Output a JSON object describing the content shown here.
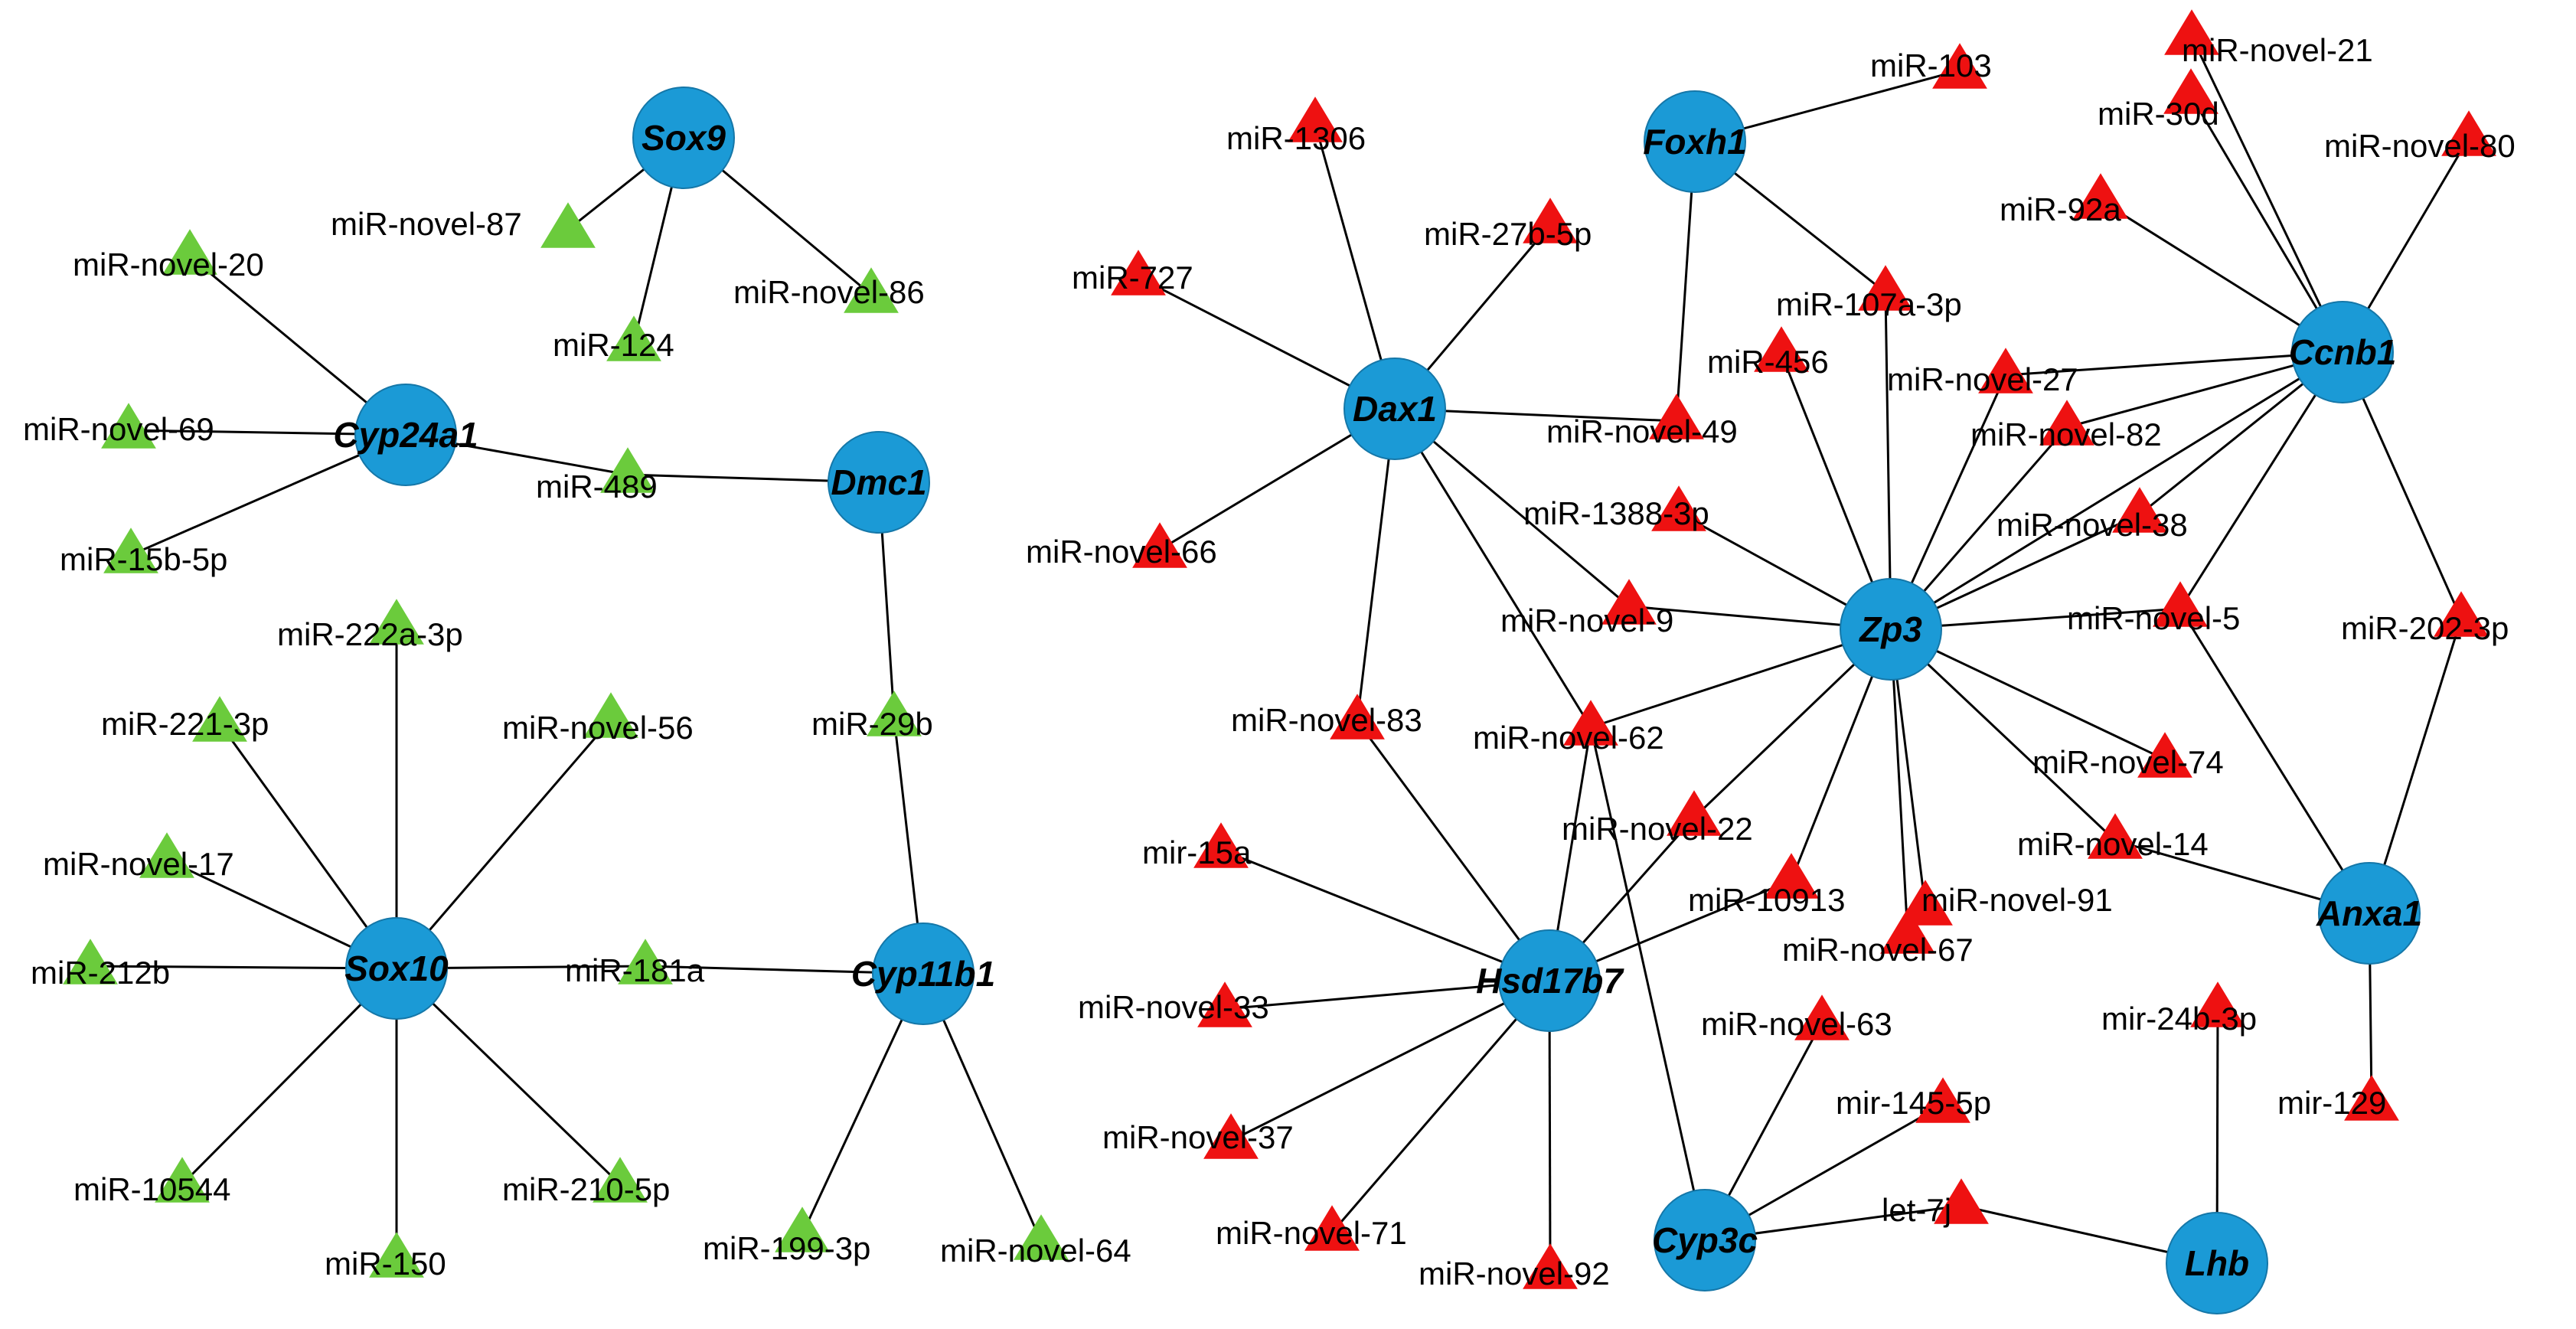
{
  "colors": {
    "gene": "#1B9AD6",
    "gene_stroke": "#1577A8",
    "mirna_green": "#6BCB3C",
    "mirna_red": "#EE1111",
    "edge": "#000000"
  },
  "genes": [
    {
      "id": "Sox9",
      "label": "Sox9"
    },
    {
      "id": "Cyp24a1",
      "label": "Cyp24a1"
    },
    {
      "id": "Dmc1",
      "label": "Dmc1"
    },
    {
      "id": "Sox10",
      "label": "Sox10"
    },
    {
      "id": "Cyp11b1",
      "label": "Cyp11b1"
    },
    {
      "id": "Foxh1",
      "label": "Foxh1"
    },
    {
      "id": "Dax1",
      "label": "Dax1"
    },
    {
      "id": "Ccnb1",
      "label": "Ccnb1"
    },
    {
      "id": "Zp3",
      "label": "Zp3"
    },
    {
      "id": "Hsd17b7",
      "label": "Hsd17b7"
    },
    {
      "id": "Anxa1",
      "label": "Anxa1"
    },
    {
      "id": "Cyp3c",
      "label": "Cyp3c"
    },
    {
      "id": "Lhb",
      "label": "Lhb"
    }
  ],
  "mirnas": [
    {
      "id": "g_novel87",
      "label": "miR-novel-87",
      "group": "green"
    },
    {
      "id": "g_novel20",
      "label": "miR-novel-20",
      "group": "green"
    },
    {
      "id": "g_124",
      "label": "miR-124",
      "group": "green"
    },
    {
      "id": "g_novel86",
      "label": "miR-novel-86",
      "group": "green"
    },
    {
      "id": "g_novel69",
      "label": "miR-novel-69",
      "group": "green"
    },
    {
      "id": "g_489",
      "label": "miR-489",
      "group": "green"
    },
    {
      "id": "g_15b5p",
      "label": "miR-15b-5p",
      "group": "green"
    },
    {
      "id": "g_222a3p",
      "label": "miR-222a-3p",
      "group": "green"
    },
    {
      "id": "g_221_3p",
      "label": "miR-221-3p",
      "group": "green"
    },
    {
      "id": "g_novel56",
      "label": "miR-novel-56",
      "group": "green"
    },
    {
      "id": "g_29b",
      "label": "miR-29b",
      "group": "green"
    },
    {
      "id": "g_novel17",
      "label": "miR-novel-17",
      "group": "green"
    },
    {
      "id": "g_212b",
      "label": "miR-212b",
      "group": "green"
    },
    {
      "id": "g_181a",
      "label": "miR-181a",
      "group": "green"
    },
    {
      "id": "g_10544",
      "label": "miR-10544",
      "group": "green"
    },
    {
      "id": "g_210_5p",
      "label": "miR-210-5p",
      "group": "green"
    },
    {
      "id": "g_150",
      "label": "miR-150",
      "group": "green"
    },
    {
      "id": "g_199_3p",
      "label": "miR-199-3p",
      "group": "green"
    },
    {
      "id": "g_novel64",
      "label": "miR-novel-64",
      "group": "green"
    },
    {
      "id": "r_103",
      "label": "miR-103",
      "group": "red"
    },
    {
      "id": "r_1306",
      "label": "miR-1306",
      "group": "red"
    },
    {
      "id": "r_novel21",
      "label": "miR-novel-21",
      "group": "red"
    },
    {
      "id": "r_30d",
      "label": "miR-30d",
      "group": "red"
    },
    {
      "id": "r_novel80",
      "label": "miR-novel-80",
      "group": "red"
    },
    {
      "id": "r_27b5p",
      "label": "miR-27b-5p",
      "group": "red"
    },
    {
      "id": "r_92a",
      "label": "miR-92a",
      "group": "red"
    },
    {
      "id": "r_727",
      "label": "miR-727",
      "group": "red"
    },
    {
      "id": "r_107a3p",
      "label": "miR-107a-3p",
      "group": "red"
    },
    {
      "id": "r_456",
      "label": "miR-456",
      "group": "red"
    },
    {
      "id": "r_novel27",
      "label": "miR-novel-27",
      "group": "red"
    },
    {
      "id": "r_novel49",
      "label": "miR-novel-49",
      "group": "red"
    },
    {
      "id": "r_novel82",
      "label": "miR-novel-82",
      "group": "red"
    },
    {
      "id": "r_1388_3p",
      "label": "miR-1388-3p",
      "group": "red"
    },
    {
      "id": "r_novel38",
      "label": "miR-novel-38",
      "group": "red"
    },
    {
      "id": "r_novel66",
      "label": "miR-novel-66",
      "group": "red"
    },
    {
      "id": "r_novel9",
      "label": "miR-novel-9",
      "group": "red"
    },
    {
      "id": "r_novel5",
      "label": "miR-novel-5",
      "group": "red"
    },
    {
      "id": "r_202_3p",
      "label": "miR-202-3p",
      "group": "red"
    },
    {
      "id": "r_novel83",
      "label": "miR-novel-83",
      "group": "red"
    },
    {
      "id": "r_novel62",
      "label": "miR-novel-62",
      "group": "red"
    },
    {
      "id": "r_novel74",
      "label": "miR-novel-74",
      "group": "red"
    },
    {
      "id": "r_novel22",
      "label": "miR-novel-22",
      "group": "red"
    },
    {
      "id": "r_15a",
      "label": "mir-15a",
      "group": "red"
    },
    {
      "id": "r_novel14",
      "label": "miR-novel-14",
      "group": "red"
    },
    {
      "id": "r_10913",
      "label": "miR-10913",
      "group": "red"
    },
    {
      "id": "r_novel91",
      "label": "miR-novel-91",
      "group": "red"
    },
    {
      "id": "r_novel67",
      "label": "miR-novel-67",
      "group": "red"
    },
    {
      "id": "r_novel33",
      "label": "miR-novel-33",
      "group": "red"
    },
    {
      "id": "r_novel63",
      "label": "miR-novel-63",
      "group": "red"
    },
    {
      "id": "r_24b3p",
      "label": "mir-24b-3p",
      "group": "red"
    },
    {
      "id": "r_145_5p",
      "label": "mir-145-5p",
      "group": "red"
    },
    {
      "id": "r_129",
      "label": "mir-129",
      "group": "red"
    },
    {
      "id": "r_novel37",
      "label": "miR-novel-37",
      "group": "red"
    },
    {
      "id": "r_let7j",
      "label": "let-7j",
      "group": "red"
    },
    {
      "id": "r_novel71",
      "label": "miR-novel-71",
      "group": "red"
    },
    {
      "id": "r_novel92",
      "label": "miR-novel-92",
      "group": "red"
    }
  ],
  "edges": [
    [
      "Sox9",
      "g_novel87"
    ],
    [
      "Sox9",
      "g_124"
    ],
    [
      "Sox9",
      "g_novel86"
    ],
    [
      "Cyp24a1",
      "g_novel20"
    ],
    [
      "Cyp24a1",
      "g_novel69"
    ],
    [
      "Cyp24a1",
      "g_489"
    ],
    [
      "Cyp24a1",
      "g_15b5p"
    ],
    [
      "Dmc1",
      "g_489"
    ],
    [
      "Dmc1",
      "g_29b"
    ],
    [
      "Sox10",
      "g_222a3p"
    ],
    [
      "Sox10",
      "g_221_3p"
    ],
    [
      "Sox10",
      "g_novel56"
    ],
    [
      "Sox10",
      "g_novel17"
    ],
    [
      "Sox10",
      "g_212b"
    ],
    [
      "Sox10",
      "g_181a"
    ],
    [
      "Sox10",
      "g_10544"
    ],
    [
      "Sox10",
      "g_210_5p"
    ],
    [
      "Sox10",
      "g_150"
    ],
    [
      "Cyp11b1",
      "g_29b"
    ],
    [
      "Cyp11b1",
      "g_181a"
    ],
    [
      "Cyp11b1",
      "g_199_3p"
    ],
    [
      "Cyp11b1",
      "g_novel64"
    ],
    [
      "Foxh1",
      "r_103"
    ],
    [
      "Foxh1",
      "r_novel49"
    ],
    [
      "Foxh1",
      "r_107a3p"
    ],
    [
      "Dax1",
      "r_1306"
    ],
    [
      "Dax1",
      "r_27b5p"
    ],
    [
      "Dax1",
      "r_727"
    ],
    [
      "Dax1",
      "r_novel49"
    ],
    [
      "Dax1",
      "r_novel66"
    ],
    [
      "Dax1",
      "r_novel9"
    ],
    [
      "Dax1",
      "r_novel83"
    ],
    [
      "Dax1",
      "r_novel62"
    ],
    [
      "Ccnb1",
      "r_novel21"
    ],
    [
      "Ccnb1",
      "r_30d"
    ],
    [
      "Ccnb1",
      "r_novel80"
    ],
    [
      "Ccnb1",
      "r_92a"
    ],
    [
      "Ccnb1",
      "r_novel27"
    ],
    [
      "Ccnb1",
      "r_novel82"
    ],
    [
      "Ccnb1",
      "r_novel38"
    ],
    [
      "Ccnb1",
      "r_novel5"
    ],
    [
      "Ccnb1",
      "r_202_3p"
    ],
    [
      "Ccnb1",
      "Zp3"
    ],
    [
      "Zp3",
      "r_107a3p"
    ],
    [
      "Zp3",
      "r_456"
    ],
    [
      "Zp3",
      "r_novel27"
    ],
    [
      "Zp3",
      "r_novel82"
    ],
    [
      "Zp3",
      "r_1388_3p"
    ],
    [
      "Zp3",
      "r_novel38"
    ],
    [
      "Zp3",
      "r_novel9"
    ],
    [
      "Zp3",
      "r_novel5"
    ],
    [
      "Zp3",
      "r_novel62"
    ],
    [
      "Zp3",
      "r_novel74"
    ],
    [
      "Zp3",
      "r_novel22"
    ],
    [
      "Zp3",
      "r_10913"
    ],
    [
      "Zp3",
      "r_novel14"
    ],
    [
      "Zp3",
      "r_novel67"
    ],
    [
      "Zp3",
      "r_novel91"
    ],
    [
      "Hsd17b7",
      "r_novel83"
    ],
    [
      "Hsd17b7",
      "r_novel62"
    ],
    [
      "Hsd17b7",
      "r_novel22"
    ],
    [
      "Hsd17b7",
      "r_15a"
    ],
    [
      "Hsd17b7",
      "r_10913"
    ],
    [
      "Hsd17b7",
      "r_novel33"
    ],
    [
      "Hsd17b7",
      "r_novel37"
    ],
    [
      "Hsd17b7",
      "r_novel71"
    ],
    [
      "Hsd17b7",
      "r_novel92"
    ],
    [
      "Anxa1",
      "r_novel14"
    ],
    [
      "Anxa1",
      "r_novel5"
    ],
    [
      "Anxa1",
      "r_202_3p"
    ],
    [
      "Anxa1",
      "r_129"
    ],
    [
      "Cyp3c",
      "r_novel62"
    ],
    [
      "Cyp3c",
      "r_novel63"
    ],
    [
      "Cyp3c",
      "r_145_5p"
    ],
    [
      "Cyp3c",
      "r_let7j"
    ],
    [
      "Lhb",
      "r_24b3p"
    ],
    [
      "Lhb",
      "r_let7j"
    ]
  ]
}
